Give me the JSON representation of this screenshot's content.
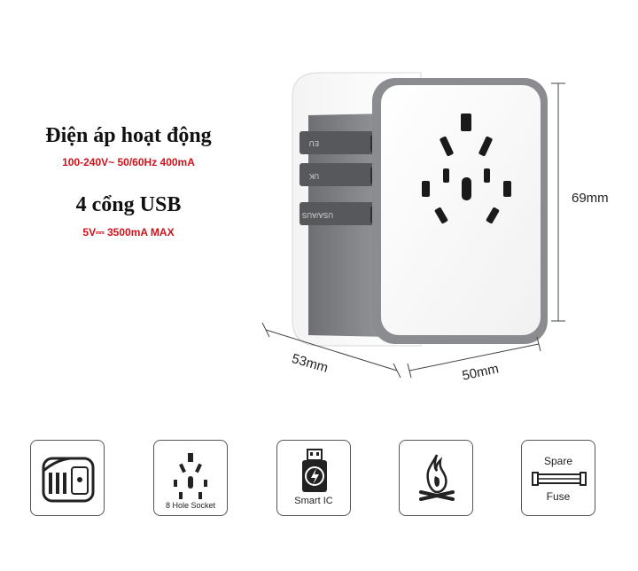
{
  "specs": {
    "voltage_title": "Điện áp hoạt động",
    "voltage_value": "100-240V~ 50/60Hz 400mA",
    "usb_title": "4 cổng USB",
    "usb_value": "5V⎓ 3500mA MAX"
  },
  "dimensions": {
    "height": "69mm",
    "depth": "53mm",
    "width": "50mm"
  },
  "plug_labels": [
    "EU",
    "UK",
    "USA/AUS"
  ],
  "features": [
    {
      "icon": "adapter-icon",
      "label": ""
    },
    {
      "icon": "socket-icon",
      "label": "8 Hole Socket"
    },
    {
      "icon": "smart-ic-icon",
      "label": "Smart IC"
    },
    {
      "icon": "fire-icon",
      "label": ""
    },
    {
      "icon": "fuse-icon",
      "label_top": "Spare",
      "label_bottom": "Fuse"
    }
  ],
  "colors": {
    "spec_red": "#d0121b",
    "body_white": "#ffffff",
    "trim_gray": "#7d7f82"
  }
}
